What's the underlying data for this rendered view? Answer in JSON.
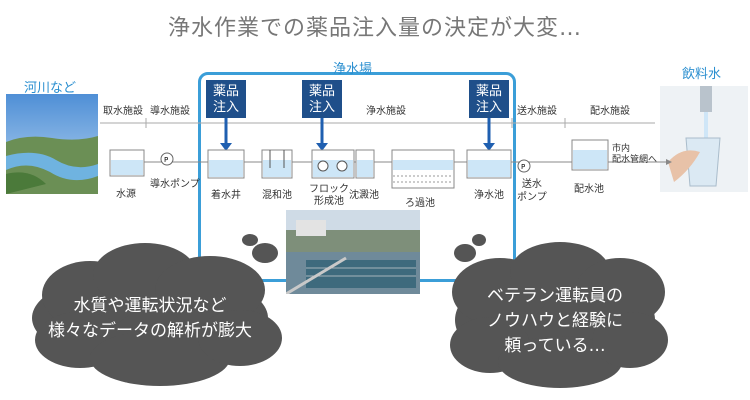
{
  "title": "浄水作業での薬品注入量の決定が大変…",
  "labels": {
    "river": "河川など",
    "plant": "浄水場",
    "drinking_water": "飲料水"
  },
  "injection_labels": [
    "薬品\n注入",
    "薬品\n注入",
    "薬品\n注入"
  ],
  "sections": {
    "intake": "取水施設",
    "conveyance": "導水施設",
    "purification": "浄水施設",
    "transmission": "送水施設",
    "distribution": "配水施設"
  },
  "components": {
    "water_source": "水源",
    "conveyance_pump": "導水ポンプ",
    "receiving_well": "着水井",
    "mixing_basin": "混和池",
    "floc_basin": "フロック\n形成池",
    "sedimentation_basin": "沈澱池",
    "filter_basin": "ろ過池",
    "clear_water_basin": "浄水池",
    "transmission_pump": "送水\nポンプ",
    "distribution_reservoir": "配水池",
    "city_mains": "市内\n配水管網へ"
  },
  "clouds": {
    "left": "水質や運転状況など\n様々なデータの解析が膨大",
    "right": "ベテラン運転員の\nノウハウと経験に\n頼っている…"
  },
  "colors": {
    "frame_blue": "#3b9ed8",
    "injection_box": "#1f4f8a",
    "cloud_gray": "#555555",
    "title_gray": "#777777"
  }
}
